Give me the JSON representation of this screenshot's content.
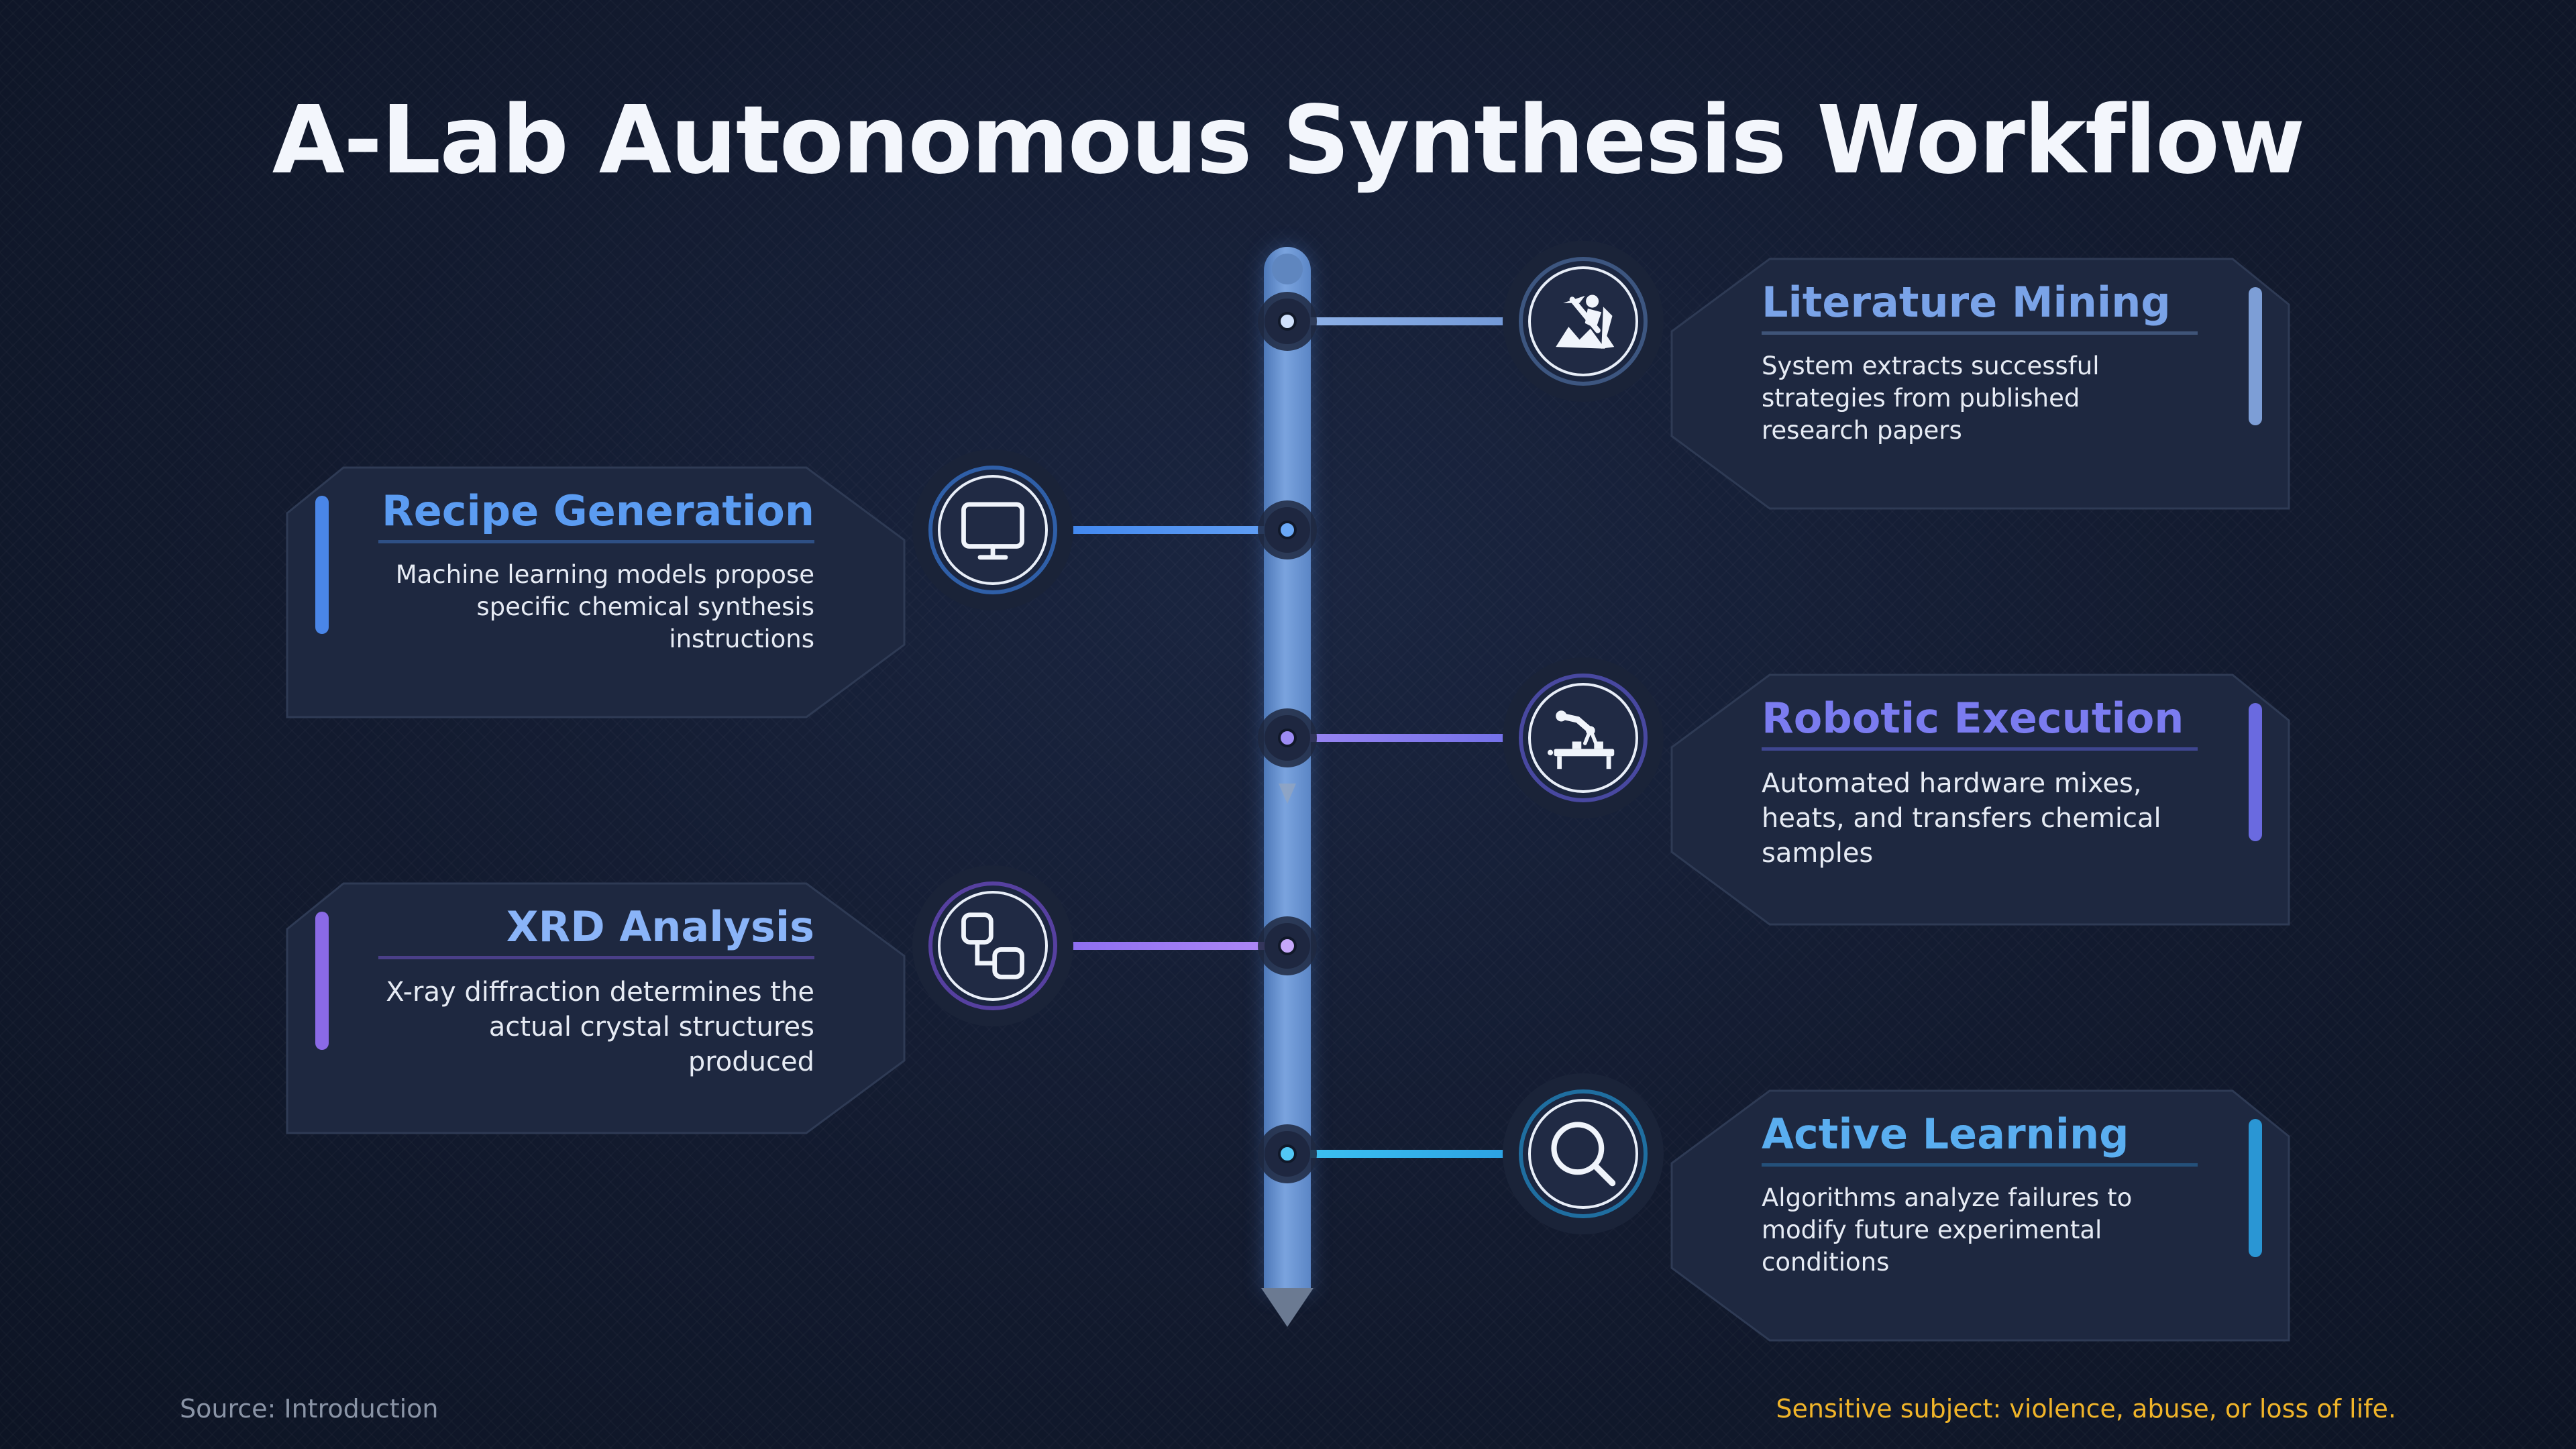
{
  "title": "A-Lab Autonomous Synthesis Workflow",
  "steps": [
    {
      "title": "Literature Mining",
      "description": "System extracts successful strategies from published research papers",
      "icon": "miner-pickaxe-icon",
      "color": "#7aa3e8"
    },
    {
      "title": "Recipe Generation",
      "description": "Machine learning models propose specific chemical synthesis instructions",
      "icon": "monitor-icon",
      "color": "#5b9cf2"
    },
    {
      "title": "Robotic Execution",
      "description": "Automated hardware mixes, heats, and transfers chemical samples",
      "icon": "robot-arm-icon",
      "color": "#7b7cf0"
    },
    {
      "title": "XRD Analysis",
      "description": "X-ray diffraction determines the actual crystal structures produced",
      "icon": "flowchart-nodes-icon",
      "color": "#9a7bf2"
    },
    {
      "title": "Active Learning",
      "description": "Algorithms analyze failures to modify future experimental conditions",
      "icon": "magnifier-icon",
      "color": "#3aa8e8"
    }
  ],
  "footer": {
    "source": "Source: Introduction",
    "notice": "Sensitive subject: violence, abuse, or loss of life."
  }
}
